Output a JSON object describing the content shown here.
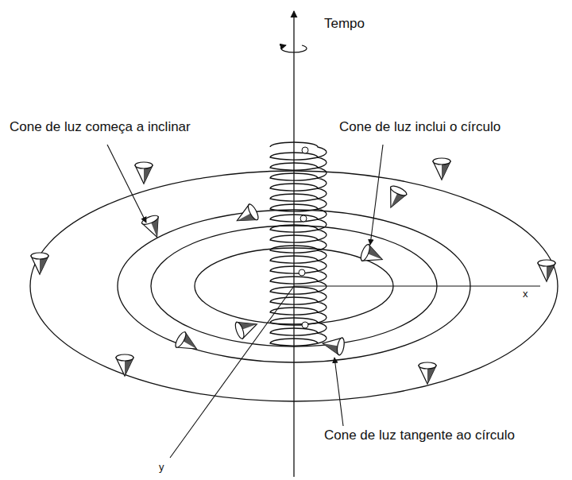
{
  "diagram": {
    "labels": [
      "Tempo",
      "Cone de luz começa a inclinar",
      "Cone de luz inclui o círculo",
      "Cone de luz tangente ao círculo",
      "x",
      "y"
    ]
  }
}
